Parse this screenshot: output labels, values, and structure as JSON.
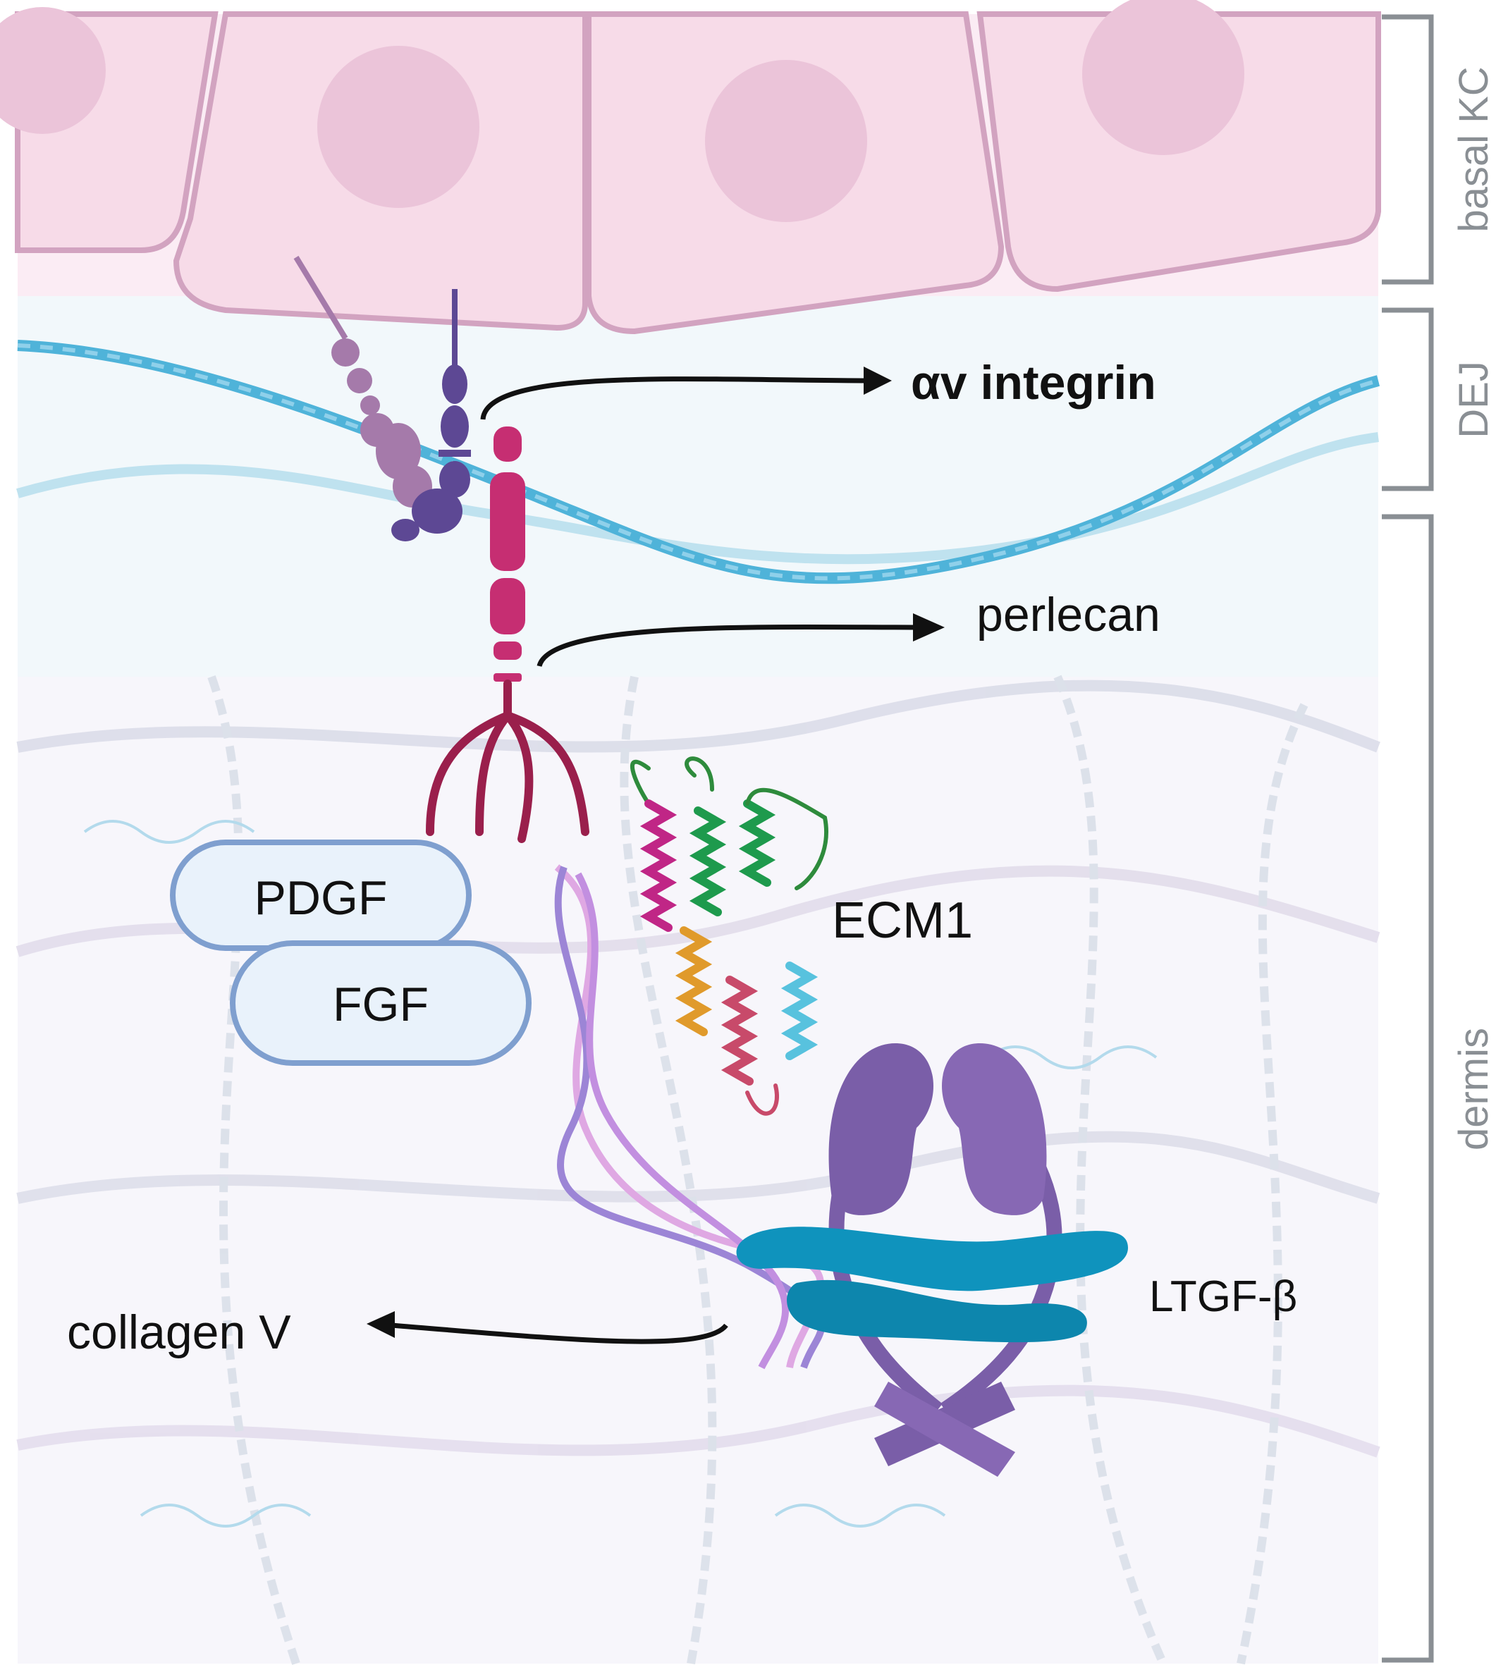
{
  "labels": {
    "av_integrin": "αv integrin",
    "perlecan": "perlecan",
    "ecm1": "ECM1",
    "pdgf": "PDGF",
    "fgf": "FGF",
    "ltgf_beta": "LTGF-β",
    "collagen_v": "collagen V"
  },
  "layers": {
    "basal_kc": "basal KC",
    "dej": "DEJ",
    "dermis": "dermis"
  },
  "colors": {
    "keratinocyte": "#f7dbe8",
    "keratinocyte_border": "#d2a3c0",
    "nucleus": "#ebc4d9",
    "laminin_fiber": "#4fb3d9",
    "perlecan": "#c62e72",
    "perlecan_tail": "#9a1f4c",
    "integrin_alpha": "#a57aaa",
    "integrin_beta": "#5d4894",
    "growth_factor_fill": "#e9f2fb",
    "growth_factor_border": "#7f9fcf",
    "ltgf_purple": "#7a5ea8",
    "ltgf_blue": "#0f93bd",
    "collagen_v_pink": "#dfa8e3",
    "collagen_v_purple": "#9c85d6",
    "bracket": "#8a8f94"
  }
}
